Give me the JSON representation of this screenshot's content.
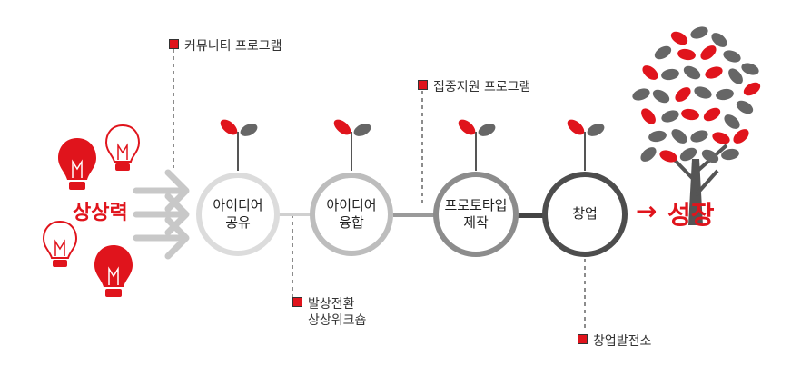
{
  "left": {
    "imagination_label": "상상력"
  },
  "stages": [
    {
      "line1": "아이디어",
      "line2": "공유",
      "ring_color": "#dcdcdc"
    },
    {
      "line1": "아이디어",
      "line2": "융합",
      "ring_color": "#bdbdbd"
    },
    {
      "line1": "프로토타입",
      "line2": "제작",
      "ring_color": "#8c8c8c"
    },
    {
      "line1": "창업",
      "line2": "",
      "ring_color": "#4d4d4d"
    }
  ],
  "callouts": {
    "community": "커뮤니티 프로그램",
    "intensive": "집중지원 프로그램",
    "workshop_line1": "발상전환",
    "workshop_line2": "상상워크숍",
    "startup_station": "창업발전소"
  },
  "result": {
    "arrow": "→",
    "label": "성장"
  },
  "colors": {
    "accent_red": "#e0141c",
    "leaf_gray": "#666666"
  }
}
